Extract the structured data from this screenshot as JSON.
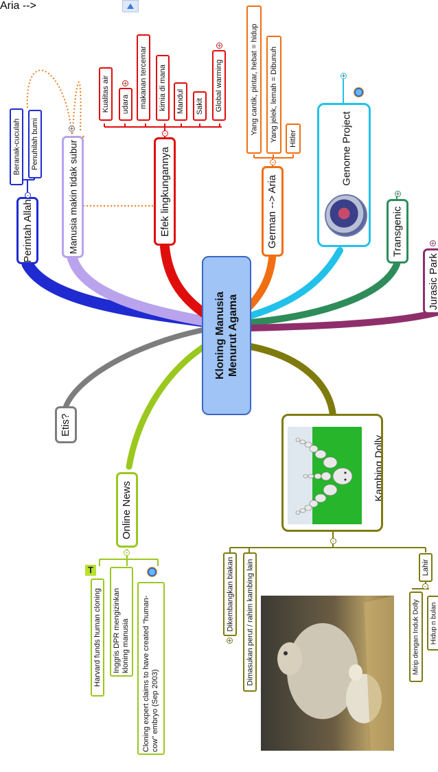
{
  "center": {
    "line1": "Kloning Manusia",
    "line2": "Menurut Agama"
  },
  "branches": {
    "perintah": {
      "label": "Perintah Allah",
      "children": [
        "Beranak-cuculah",
        "Penuhilah bumi"
      ]
    },
    "manusia": {
      "label": "Manusia makin tidak subur"
    },
    "efek": {
      "label": "Efek lingkungannya",
      "children": [
        "Kualitas air",
        "udara",
        "makanan tercemar",
        "kimia di mana",
        "Mandul",
        "Sakit",
        "Global warming"
      ]
    },
    "german": {
      "label": "German --> Aria",
      "children": [
        "Yang cantik, pintar, hebat = hidup",
        "Yang jelek, lemah = Dibunuh",
        "Hitler"
      ]
    },
    "genome": {
      "label": "Genome Project"
    },
    "transgenic": {
      "label": "Transgenic"
    },
    "jurasic": {
      "label": "Jurasic Park"
    },
    "etis": {
      "label": "Etis?"
    },
    "online": {
      "label": "Online News",
      "children": [
        "Harvard funds human cloning",
        "Inggris DPR mengizinkan kloning manusia",
        "Cloning expert claims to have created \"human-cow\" embryo (Sep 2003)"
      ]
    },
    "dolly": {
      "label": "Kambing Dolly",
      "children": [
        "Dikembangkan biakan",
        "Dimasukan perut / rahim kambing lain",
        "Lahir"
      ],
      "lahir_children": [
        "Mirip dengan Induk Dolly",
        "Hidup n bulan"
      ]
    }
  },
  "markers": {
    "expand": "+",
    "collapse": "-",
    "text_icon": "T"
  },
  "colors": {
    "perintah": "#1f2bd0",
    "manusia": "#b9a3ec",
    "efek": "#e00d0d",
    "german": "#f26e12",
    "genome": "#22c1ea",
    "transgenic": "#2e8c5a",
    "jurasic": "#8e2f6b",
    "etis": "#7d7d7d",
    "online": "#9ac81e",
    "dolly": "#7f7a0e",
    "center_fill": "#9fc4f5",
    "center_border": "#3b66c8"
  }
}
